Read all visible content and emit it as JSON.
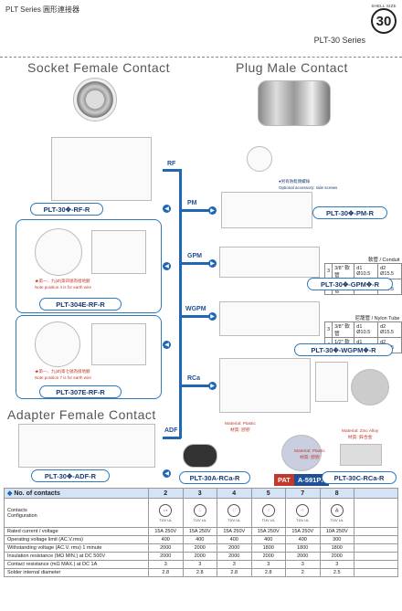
{
  "header": {
    "series": "PLT Series  圓形連接器",
    "shell_label": "SHELL SIZE",
    "shell_size": "30",
    "subtitle": "PLT-30 Series"
  },
  "sections": {
    "socket": "Socket Female Contact",
    "plug": "Plug Male Contact",
    "adapter": "Adapter Female Contact"
  },
  "branches": [
    "RF",
    "PM",
    "GPM",
    "WGPM",
    "RCa",
    "ADF"
  ],
  "optional": {
    "zh": "●另有防鬆側螺絲",
    "en": "Optional accessory: side screws"
  },
  "parts": {
    "rf": "PLT-30✥-RF-R",
    "e304": "PLT-304E-RF-R",
    "e307": "PLT-307E-RF-R",
    "adf": "PLT-30✥-ADF-R",
    "pm": "PLT-30✥-PM-R",
    "gpm": "PLT-30✥-GPM✥-R",
    "wgpm": "PLT-30✥-WGPM✥-R",
    "rca": "PLT-30A-RCa-R",
    "pat_tag": "PAT",
    "pat": "A-591PX",
    "rcac": "PLT-30C-RCa-R"
  },
  "notes": {
    "n304zh": "★第一、九(Ø)第四號為接地腳",
    "n304en": "Note position 4 is for earth wire",
    "n307zh": "★第一、九(Ø)第七號為接地腳",
    "n307en": "Note position 7 is for earth wire"
  },
  "conduit": {
    "title": "軟管 / Conduit",
    "rows": [
      [
        "3",
        "3/8\" 軟管",
        "d1 Ø10.5",
        "d2 Ø15.5"
      ],
      [
        "4",
        "1/2\" 軟管",
        "d1 Ø14.5",
        "d2 Ø19.5"
      ]
    ]
  },
  "nylon": {
    "title": "尼龍管 / Nylon Tube",
    "rows": [
      [
        "3",
        "3/8\" 軟管",
        "d1 Ø10.5",
        "d2 Ø15.5"
      ],
      [
        "4",
        "1/2\" 軟管",
        "d1 Ø14.5",
        "d2 Ø19.5"
      ]
    ]
  },
  "materials": [
    {
      "zh": "Material: Plastic",
      "en": "材質: 膠膠"
    },
    {
      "zh": "Material: Plastic",
      "en": "材質: 膠膠"
    },
    {
      "zh": "Material: Zinc Alloy",
      "en": "材質: 鋅合金"
    }
  ],
  "table": {
    "header_label": "No. of contacts",
    "contacts": [
      "2",
      "3",
      "4",
      "5",
      "7",
      "8"
    ],
    "config_label": "Contacts\nConfiguration",
    "cert": "TÜV  UL",
    "rows": [
      {
        "label": "Rated current / voltage",
        "values": [
          "15A 250V",
          "15A 250V",
          "15A 250V",
          "15A 250V",
          "15A 250V",
          "10A 250V"
        ]
      },
      {
        "label": "Operating voltage limit (AC.V.rms)",
        "values": [
          "400",
          "400",
          "400",
          "400",
          "400",
          "300"
        ]
      },
      {
        "label": "Withstanding voltage (AC.V. rms) 1 minute",
        "values": [
          "2000",
          "2000",
          "2000",
          "1800",
          "1800",
          "1800"
        ]
      },
      {
        "label": "Insulation resistance (MΩ MIN.) at DC 500V",
        "values": [
          "2000",
          "2000",
          "2000",
          "2000",
          "2000",
          "2000"
        ]
      },
      {
        "label": "Contact resistance (mΩ MAX.) at DC 1A",
        "values": [
          "3",
          "3",
          "3",
          "3",
          "3",
          "3"
        ]
      },
      {
        "label": "Solder internal diameter",
        "values": [
          "2.8",
          "2.8",
          "2.8",
          "2.8",
          "2",
          "2.5"
        ]
      }
    ]
  },
  "colors": {
    "accent": "#2f79bd",
    "trunk": "#1f66b5",
    "header_row": "#d4e3f5",
    "note_red": "#c0392b"
  }
}
